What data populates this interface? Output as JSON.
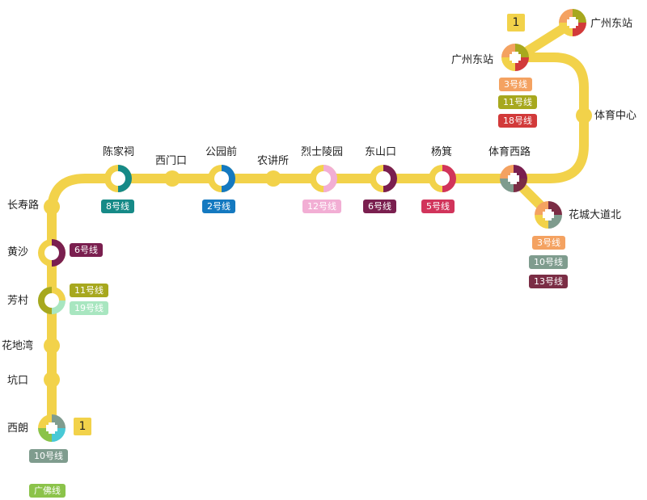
{
  "colors": {
    "line": "#f2d24a",
    "l2": "#1479c0",
    "l3": "#f4a261",
    "l5": "#d1345b",
    "l6": "#7a1f4f",
    "l8": "#168a87",
    "l10": "#7f9c8e",
    "l11": "#a7a81e",
    "l12": "#f2aed4",
    "l13": "#7b2d45",
    "l18": "#d23a3a",
    "l19": "#a8e6c0",
    "gf": "#8bc34a"
  },
  "stations": {
    "guangzhou_dongzhan_top": "广州东站",
    "guangzhou_dongzhan": "广州东站",
    "tiyu_zhongxin": "体育中心",
    "tiyu_xilu": "体育西路",
    "huacheng_dadaobei": "花城大道北",
    "yangji": "杨箕",
    "dongshankou": "东山口",
    "lieshi_lingyuan": "烈士陵园",
    "nongjiangsuo": "农讲所",
    "gongyuanqian": "公园前",
    "ximenkou": "西门口",
    "chenjiaci": "陈家祠",
    "changshoulu": "长寿路",
    "huangsha": "黄沙",
    "fangcun": "芳村",
    "huadiwan": "花地湾",
    "kengkou": "坑口",
    "xilang": "西朗"
  },
  "badges": {
    "gzdz_3": "3号线",
    "gzdz_11": "11号线",
    "gzdz_18": "18号线",
    "hcdb_3": "3号线",
    "hcdb_10": "10号线",
    "hcdb_13": "13号线",
    "yangji_5": "5号线",
    "dsk_6": "6号线",
    "lsly_12": "12号线",
    "gyq_2": "2号线",
    "cjc_8": "8号线",
    "huangsha_6": "6号线",
    "fangcun_11": "11号线",
    "fangcun_19": "19号线",
    "xilang_10": "10号线",
    "xilang_gf": "广佛线"
  },
  "line_markers": {
    "top": "1",
    "bottom": "1"
  }
}
